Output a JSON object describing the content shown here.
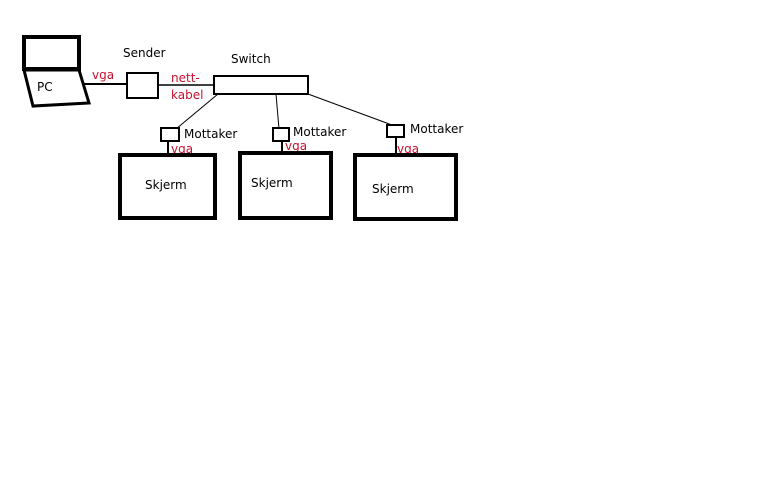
{
  "diagram": {
    "colors": {
      "stroke": "#000000",
      "text": "#000000",
      "cable_label": "#c8102e",
      "background": "#ffffff"
    },
    "pc": {
      "label": "PC"
    },
    "sender": {
      "label": "Sender"
    },
    "switch": {
      "label": "Switch"
    },
    "cables": {
      "pc_to_sender": "vga",
      "sender_to_switch_line1": "nett-",
      "sender_to_switch_line2": "kabel"
    },
    "receivers": [
      {
        "label": "Mottaker",
        "cable": "vga",
        "screen": "Skjerm"
      },
      {
        "label": "Mottaker",
        "cable": "vga",
        "screen": "Skjerm"
      },
      {
        "label": "Mottaker",
        "cable": "vga",
        "screen": "Skjerm"
      }
    ]
  }
}
